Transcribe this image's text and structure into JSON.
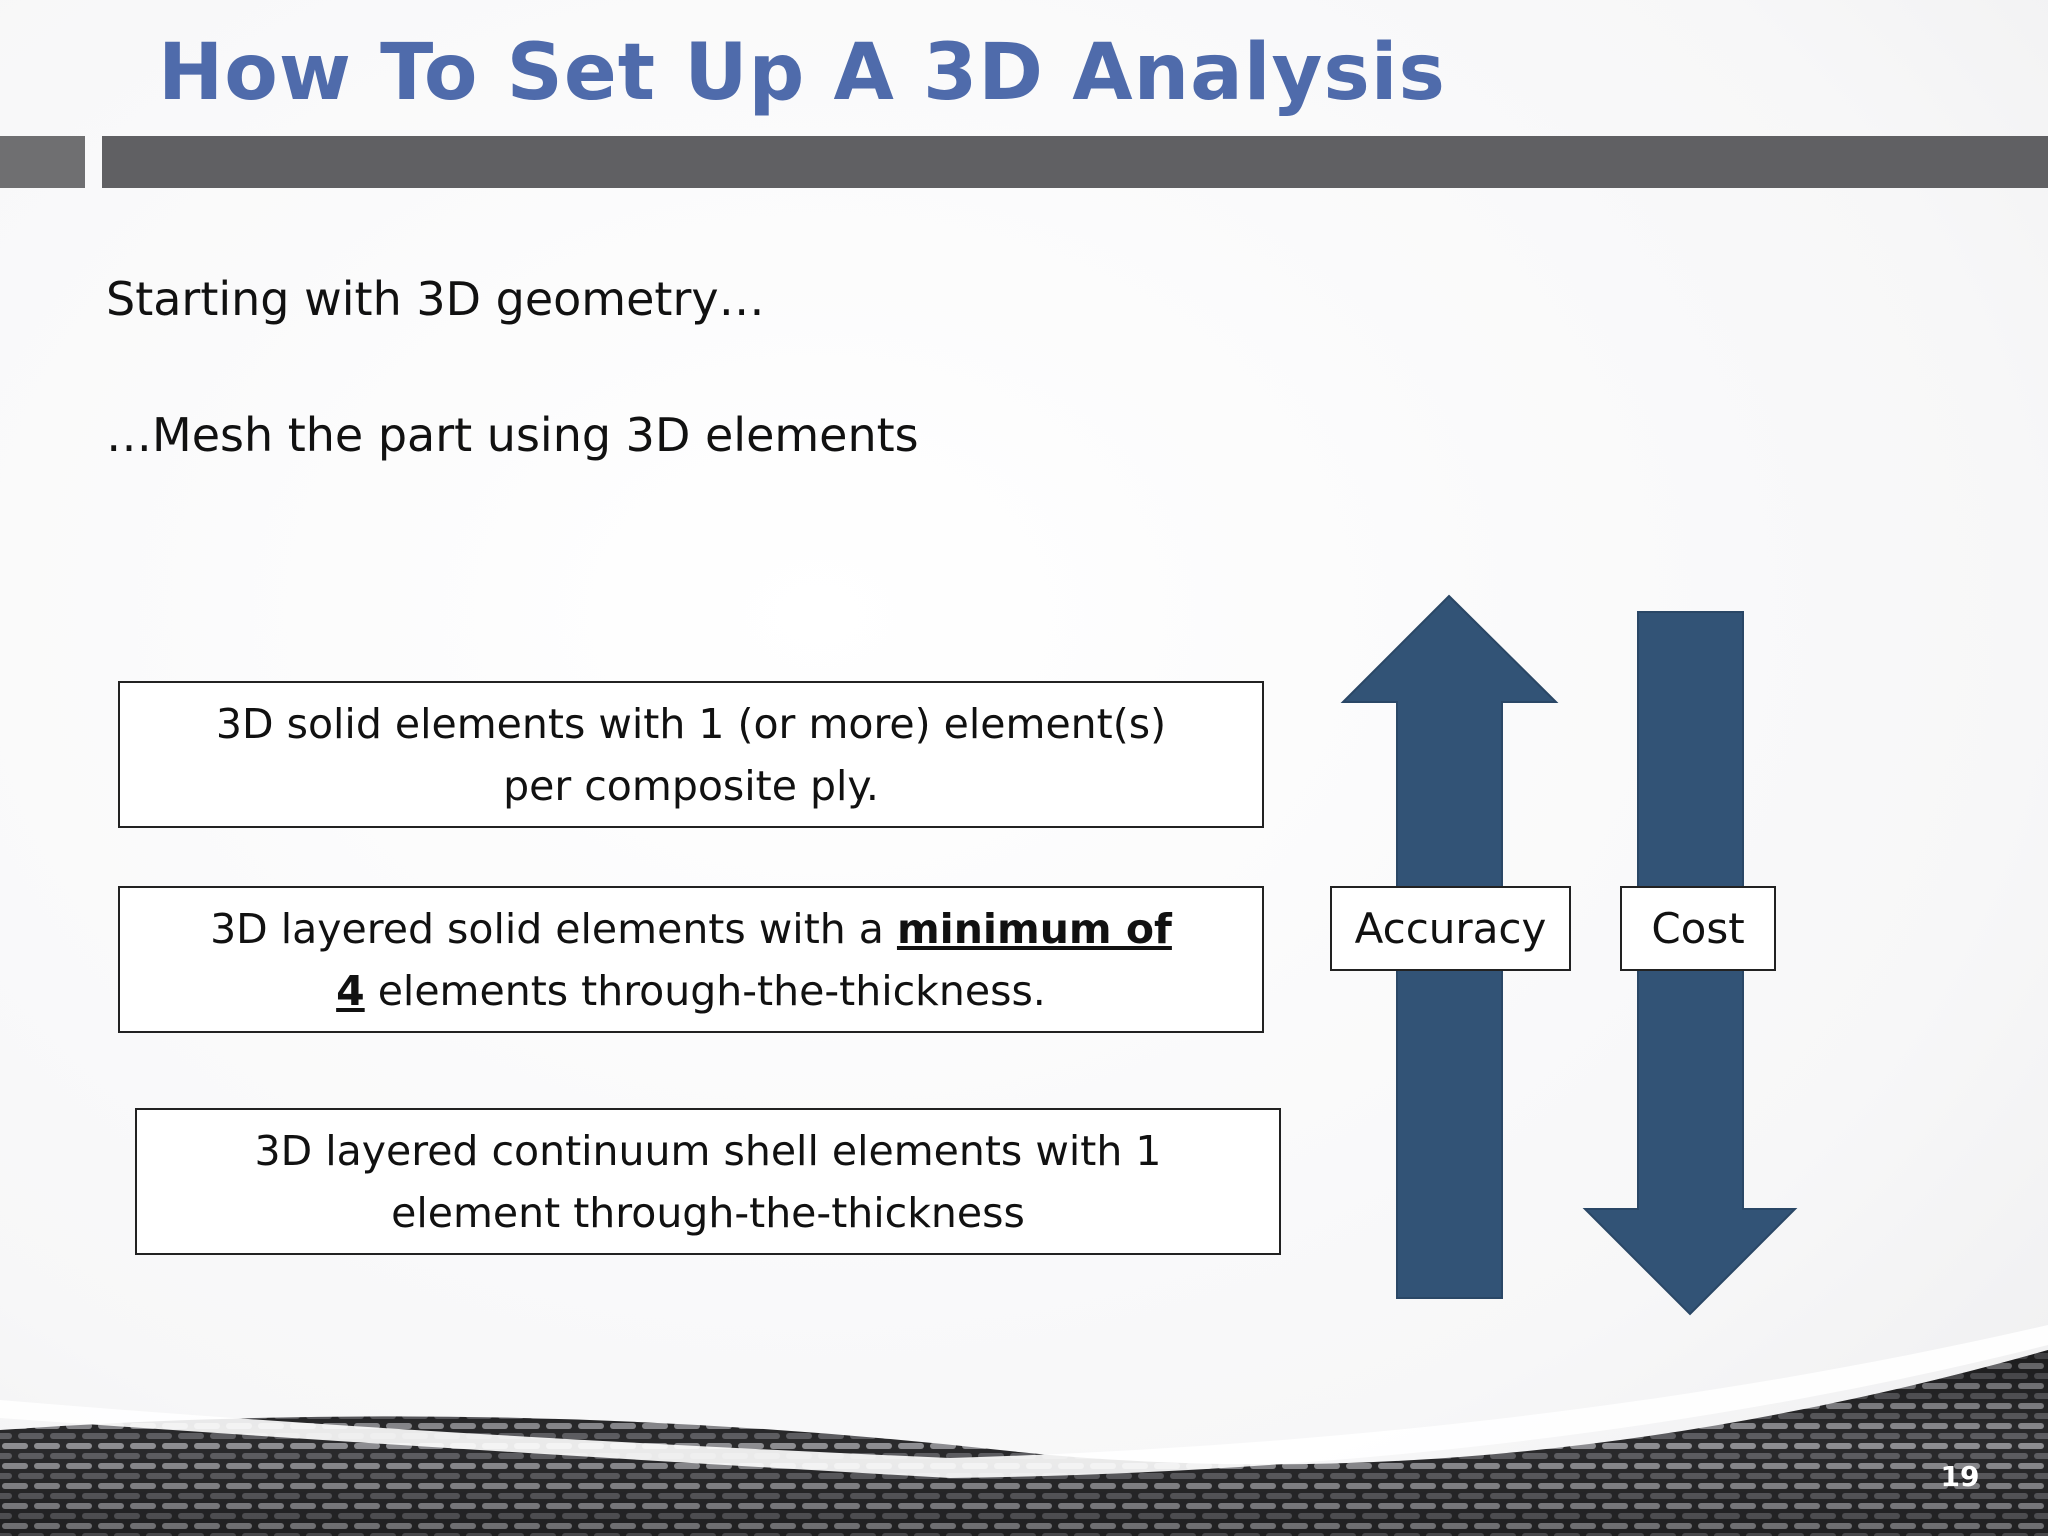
{
  "slide": {
    "title": "How To Set Up A 3D Analysis",
    "number": "19"
  },
  "body": {
    "line1": "Starting with 3D geometry…",
    "line2": "…Mesh the part using 3D elements"
  },
  "boxes": [
    {
      "text": "3D solid elements with 1 (or more) element(s) per composite ply."
    },
    {
      "text_before": "3D layered solid elements with a ",
      "emphasis": "minimum of 4",
      "text_after": " elements through-the-thickness."
    },
    {
      "text": "3D layered continuum shell elements with 1 element through-the-thickness"
    }
  ],
  "arrows": {
    "accuracy": {
      "label": "Accuracy",
      "direction": "up"
    },
    "cost": {
      "label": "Cost",
      "direction": "down"
    },
    "color": "#325376"
  },
  "colors": {
    "title": "#4f6bab",
    "header_bar": "#606063",
    "arrow_fill": "#325376"
  }
}
